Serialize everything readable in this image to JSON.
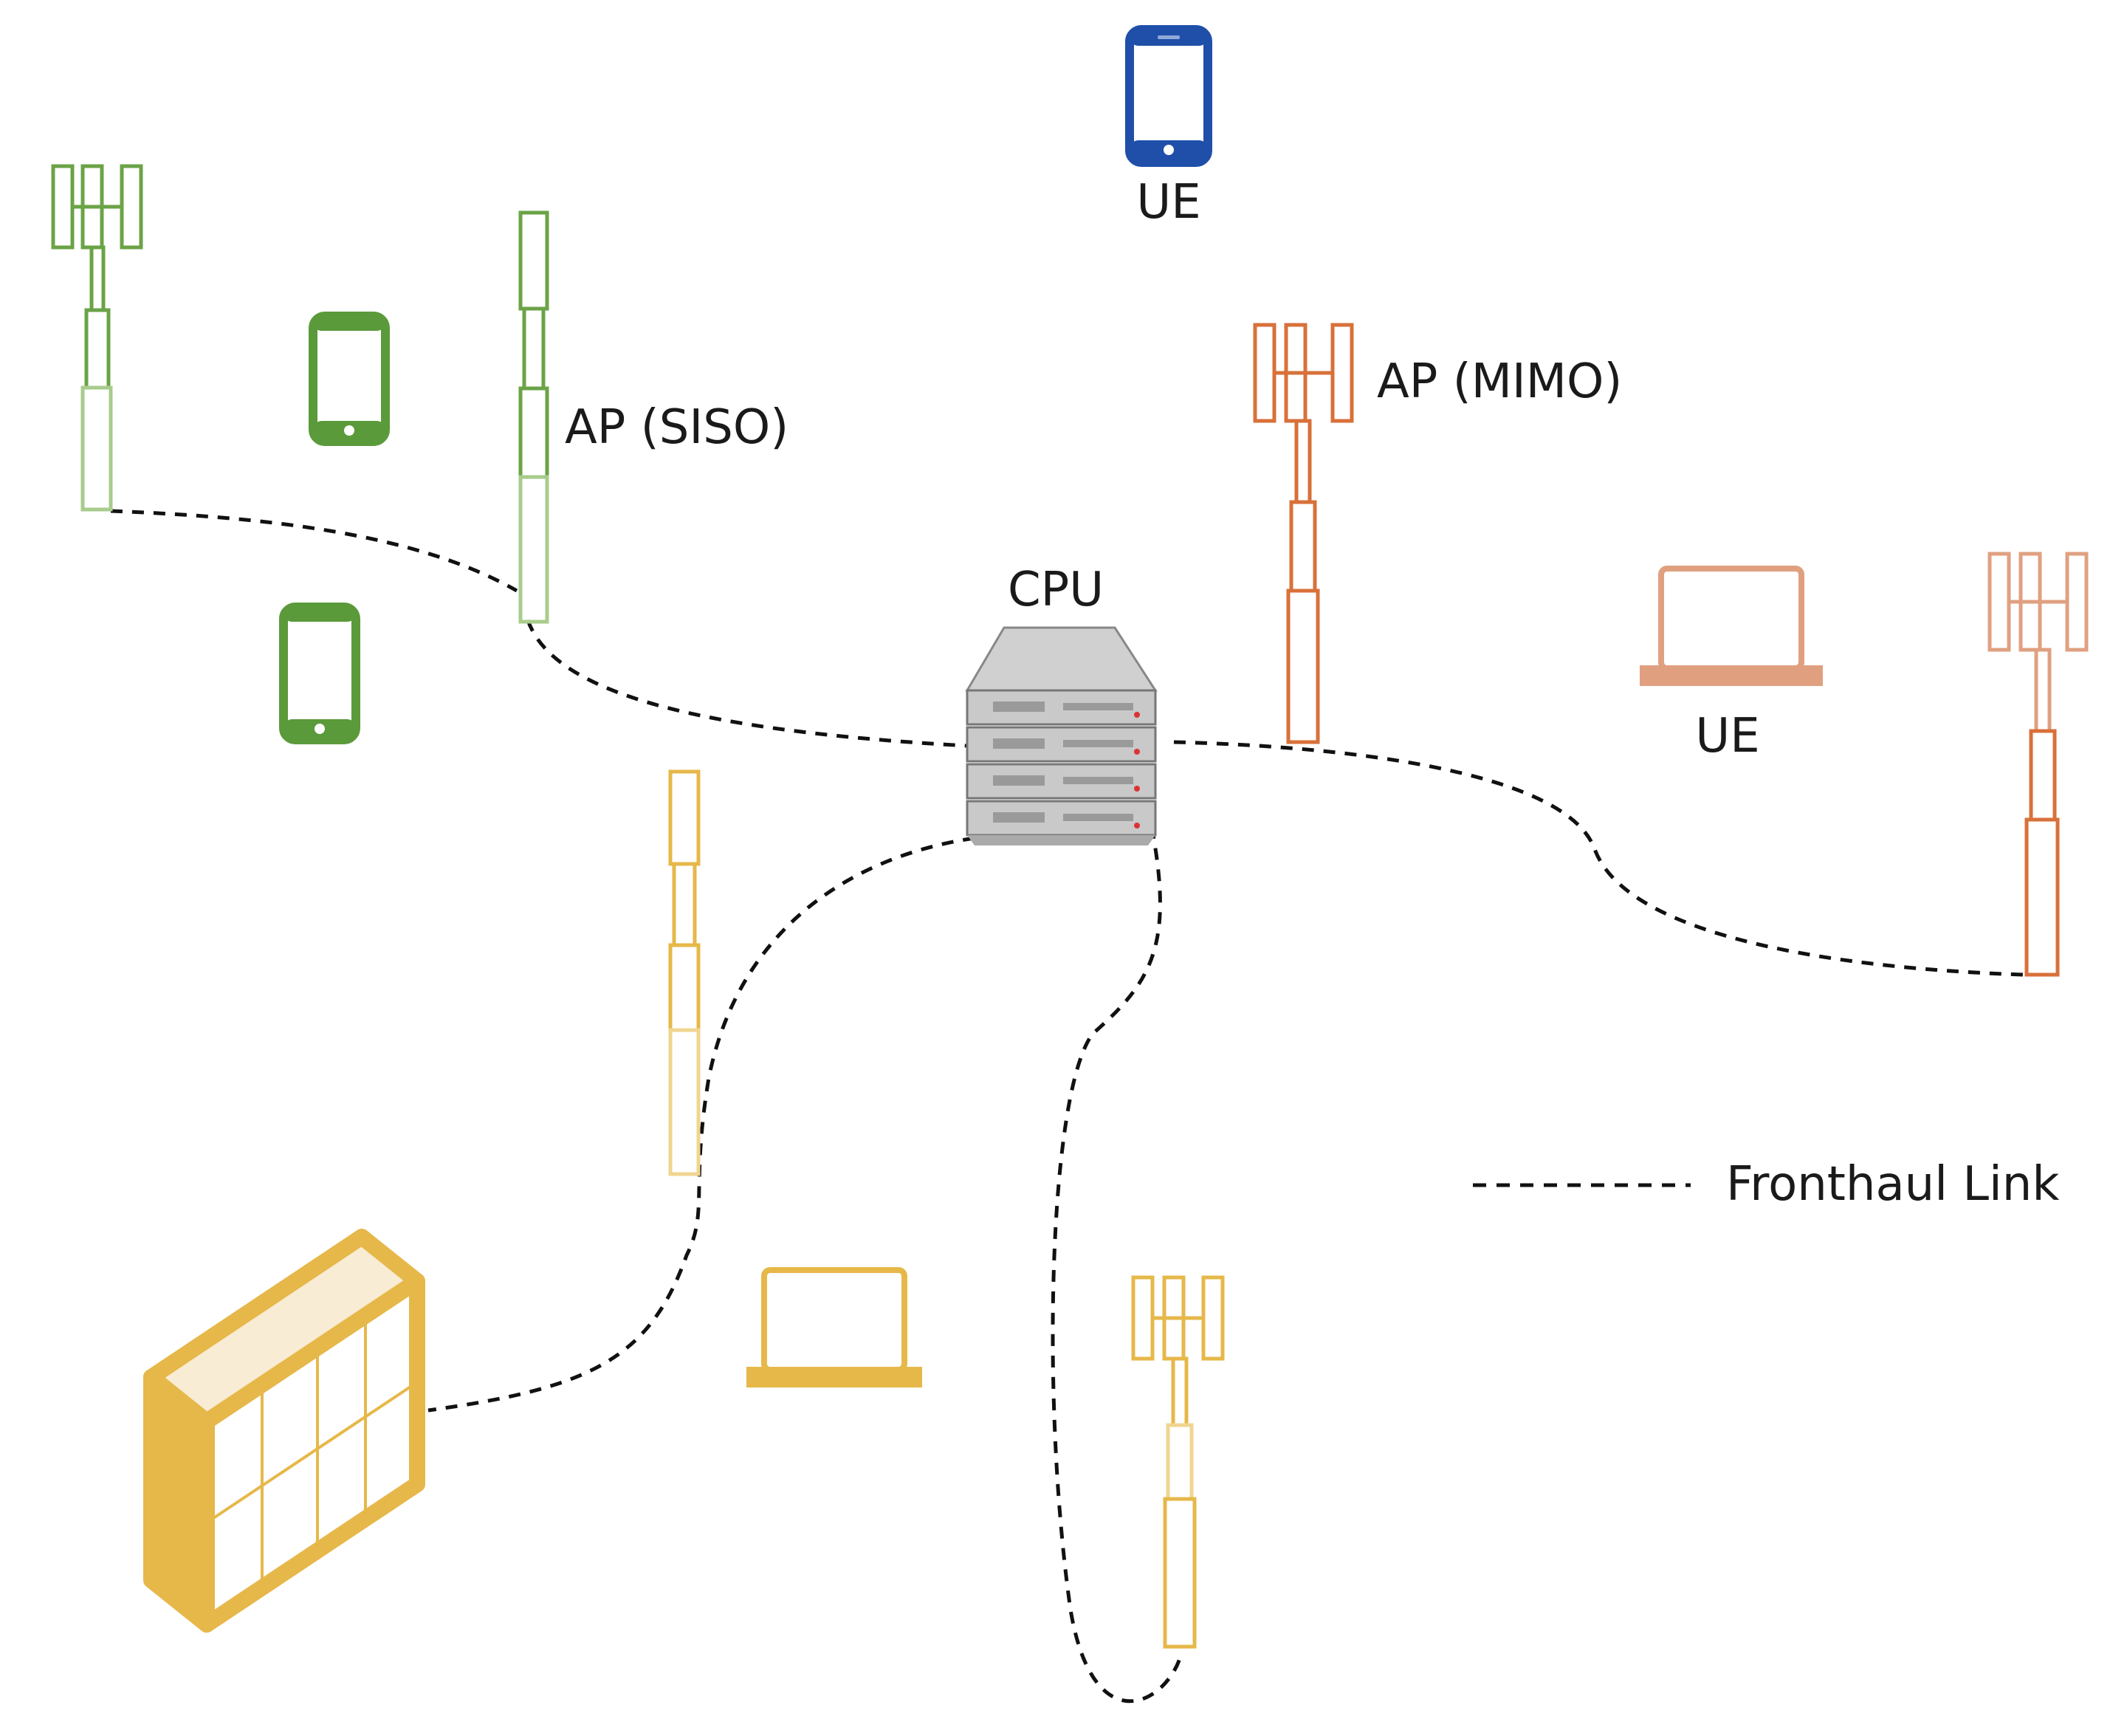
{
  "labels": {
    "ue_top": "UE",
    "ue_right": "UE",
    "cpu": "CPU",
    "ap_siso": "AP (SISO)",
    "ap_mimo": "AP (MIMO)"
  },
  "legend": {
    "fronthaul": "Fronthaul Link"
  },
  "colors": {
    "green": "#5a9a3a",
    "orange": "#d9703a",
    "orange_light": "#e0a080",
    "yellow": "#e6b84a",
    "blue": "#1f4fa8",
    "link": "#111111"
  },
  "icons": {
    "ap_tower": "cell-tower-icon",
    "ap_siso": "siso-antenna-icon",
    "phone": "smartphone-icon",
    "laptop": "laptop-icon",
    "cpu": "server-rack-icon",
    "building": "building-icon"
  }
}
